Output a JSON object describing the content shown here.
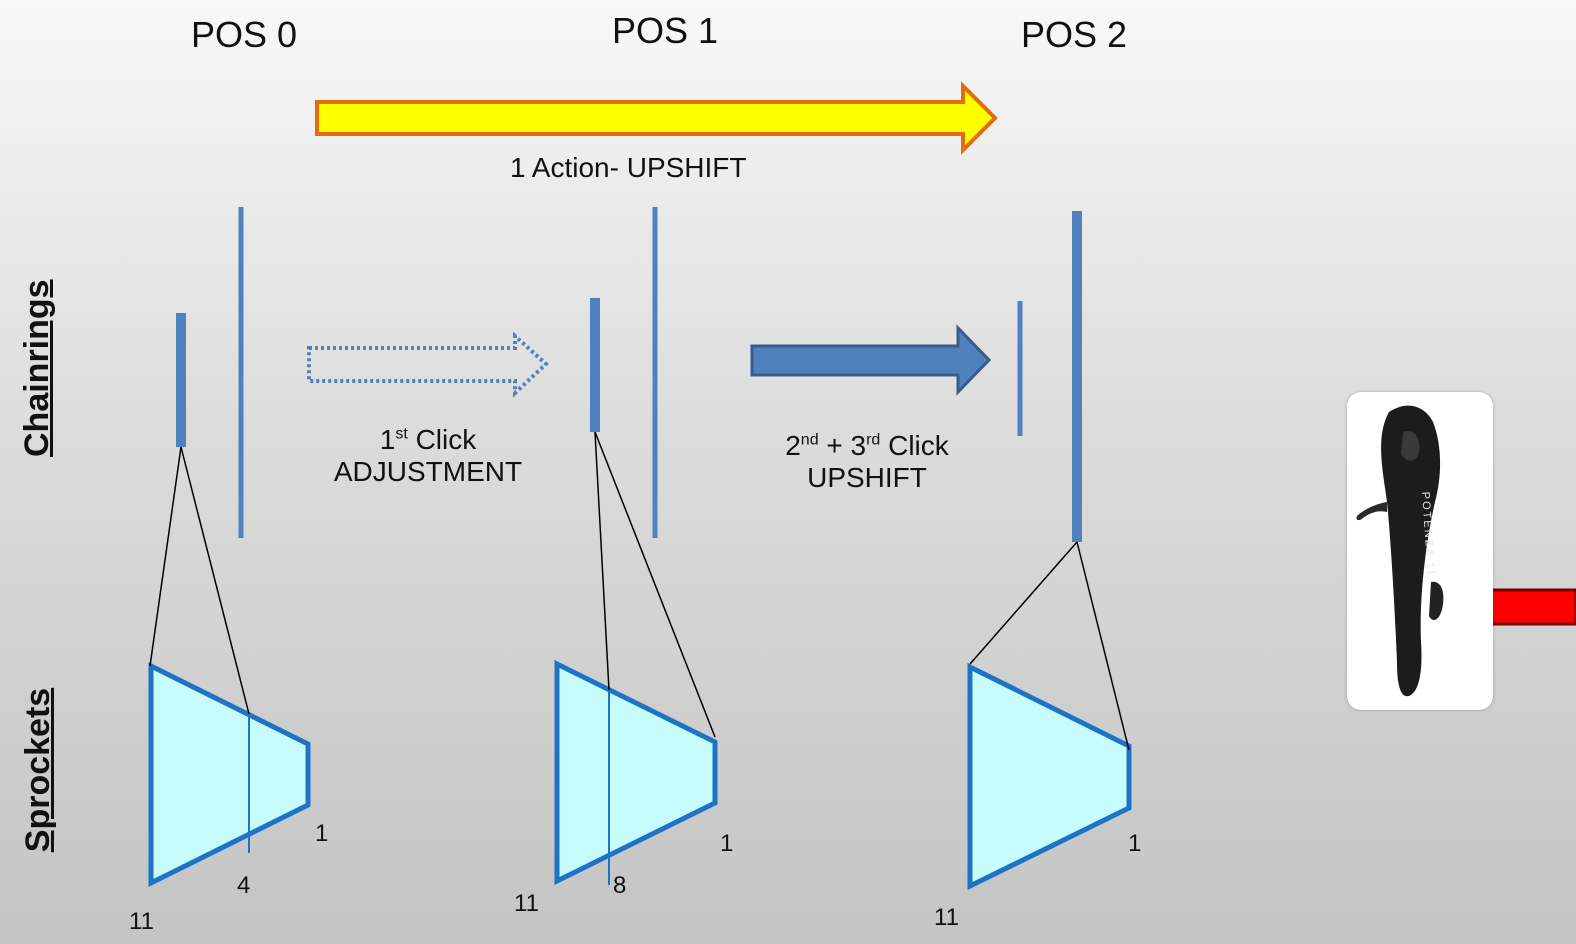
{
  "positions": [
    "POS 0",
    "POS 1",
    "POS 2"
  ],
  "main_arrow_label": "1 Action- UPSHIFT",
  "click1": {
    "ord": "1",
    "sup": "st",
    "word": "Click",
    "line2": "ADJUSTMENT"
  },
  "click23": {
    "ord_a": "2",
    "sup_a": "nd",
    "plus": "+",
    "ord_b": "3",
    "sup_b": "rd",
    "word": "Click",
    "line2": "UPSHIFT"
  },
  "side_labels": {
    "top": "Chainrings",
    "bottom": "Sprockets"
  },
  "sprocket_labels": {
    "pos0": {
      "large": "11",
      "small": "1",
      "mark": "4"
    },
    "pos1": {
      "large": "11",
      "small": "1",
      "mark": "8"
    },
    "pos2": {
      "large": "11",
      "small": "1"
    }
  },
  "shifter_logo_text": "POTENZA 11",
  "colors": {
    "chainring": "#4f81bd",
    "sprocket_fill": "#c6fcfc",
    "sprocket_stroke": "#1f73c4",
    "main_arrow_fill": "#ffff00",
    "main_arrow_stroke": "#e46c0a",
    "solid_arrow_fill": "#4f81bd",
    "solid_arrow_stroke": "#385d8a",
    "red_arrow": "#ff0000"
  }
}
